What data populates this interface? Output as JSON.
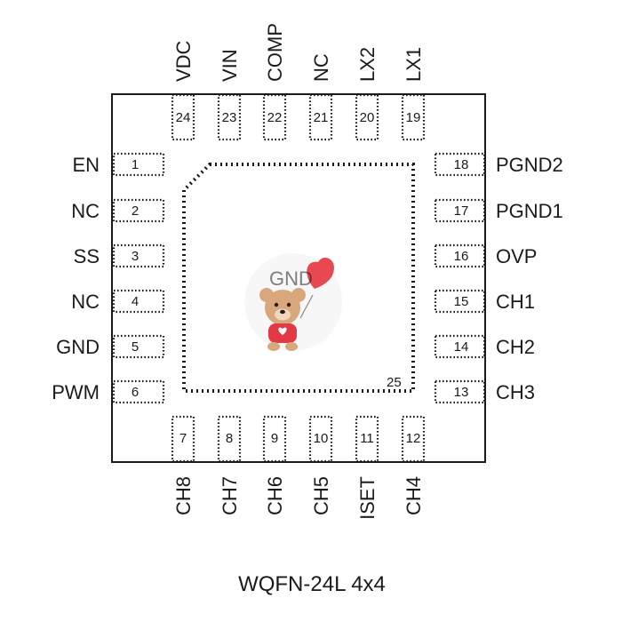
{
  "package": {
    "name": "WQFN-24L 4x4"
  },
  "exposed_pad": {
    "label": "GND",
    "number": "25"
  },
  "pins": {
    "left": [
      {
        "num": "1",
        "name": "EN"
      },
      {
        "num": "2",
        "name": "NC"
      },
      {
        "num": "3",
        "name": "SS"
      },
      {
        "num": "4",
        "name": "NC"
      },
      {
        "num": "5",
        "name": "GND"
      },
      {
        "num": "6",
        "name": "PWM"
      }
    ],
    "bottom": [
      {
        "num": "7",
        "name": "CH8"
      },
      {
        "num": "8",
        "name": "CH7"
      },
      {
        "num": "9",
        "name": "CH6"
      },
      {
        "num": "10",
        "name": "CH5"
      },
      {
        "num": "11",
        "name": "ISET"
      },
      {
        "num": "12",
        "name": "CH4"
      }
    ],
    "right": [
      {
        "num": "13",
        "name": "CH3"
      },
      {
        "num": "14",
        "name": "CH2"
      },
      {
        "num": "15",
        "name": "CH1"
      },
      {
        "num": "16",
        "name": "OVP"
      },
      {
        "num": "17",
        "name": "PGND1"
      },
      {
        "num": "18",
        "name": "PGND2"
      }
    ],
    "top": [
      {
        "num": "19",
        "name": "LX1"
      },
      {
        "num": "20",
        "name": "LX2"
      },
      {
        "num": "21",
        "name": "NC"
      },
      {
        "num": "22",
        "name": "COMP"
      },
      {
        "num": "23",
        "name": "VIN"
      },
      {
        "num": "24",
        "name": "VDC"
      }
    ]
  },
  "sticker": {
    "icon": "teddy-bear-heart-balloon-icon",
    "colors": {
      "balloon": "#e8484f",
      "bear": "#d9a77c",
      "shirt": "#e23a44"
    }
  }
}
